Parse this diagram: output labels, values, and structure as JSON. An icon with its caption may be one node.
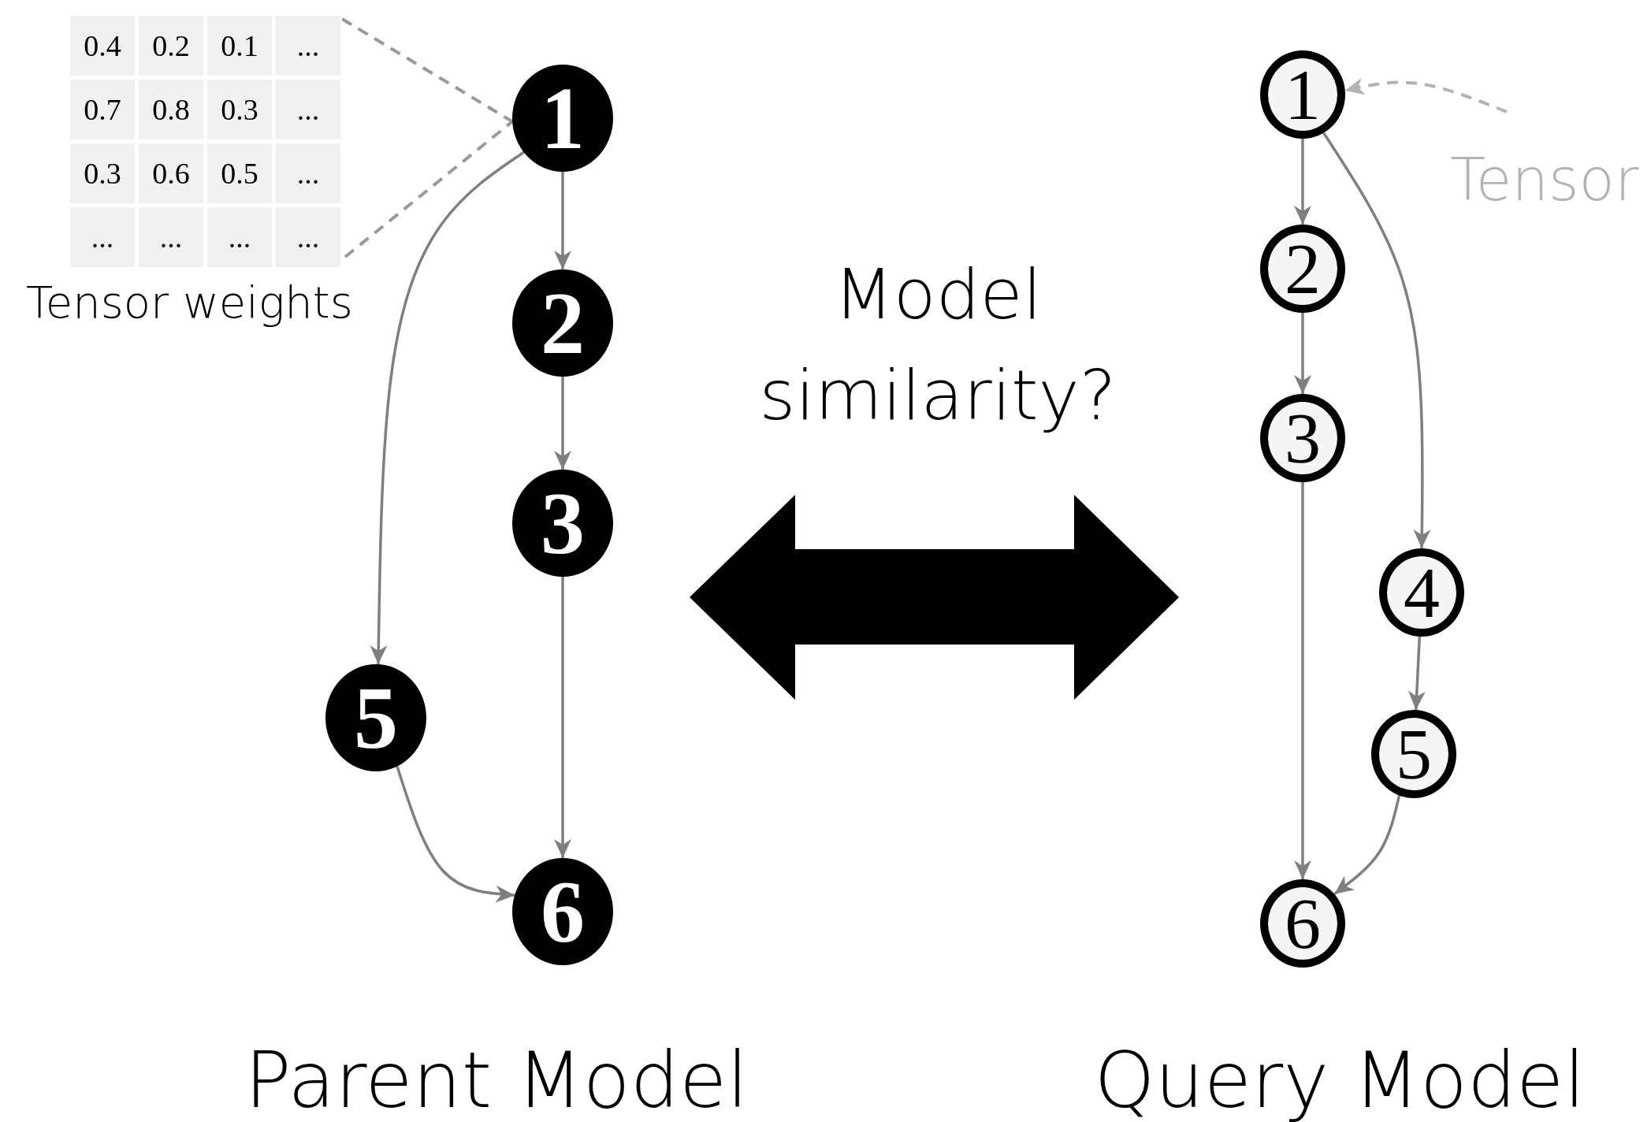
{
  "diagram": {
    "nodes": [
      {
        "text": [
          "0.4",
          "0.2",
          "0.1",
          "...",
          "0.7",
          "0.8",
          "0.3",
          "...",
          "0.3",
          "0.6",
          "0.5",
          "...",
          "...",
          "...",
          "...",
          "..."
        ],
        "beside": [
          "Tensor weights"
        ]
      },
      {
        "text": [
          "1"
        ]
      },
      {
        "text": [
          "2"
        ]
      },
      {
        "text": [
          "3"
        ]
      },
      {
        "text": [
          "5"
        ]
      },
      {
        "text": [
          "6"
        ]
      },
      {
        "text": [
          "1"
        ]
      },
      {
        "text": [
          "Tensor"
        ]
      },
      {
        "text": [
          "2"
        ]
      },
      {
        "text": [
          "3"
        ]
      },
      {
        "text": [
          "4"
        ]
      },
      {
        "text": [
          "5"
        ]
      },
      {
        "text": [
          "6"
        ]
      }
    ],
    "edges": [
      {
        "from": 0,
        "to": 1,
        "arrow": "none",
        "style": "dashed",
        "color": "#999999"
      },
      {
        "from": 0,
        "to": 1,
        "arrow": "none",
        "style": "dashed",
        "color": "#999999"
      },
      {
        "from": 1,
        "to": 2,
        "arrow": "to"
      },
      {
        "from": 2,
        "to": 3,
        "arrow": "to"
      },
      {
        "from": 3,
        "to": 5,
        "arrow": "to"
      },
      {
        "from": 1,
        "to": 4,
        "arrow": "to"
      },
      {
        "from": 4,
        "to": 5,
        "arrow": "to"
      },
      {
        "from": 7,
        "to": 6,
        "arrow": "to",
        "style": "dashed",
        "color": "#b3b3b3"
      },
      {
        "from": 6,
        "to": 8,
        "arrow": "to"
      },
      {
        "from": 8,
        "to": 9,
        "arrow": "to"
      },
      {
        "from": 9,
        "to": 12,
        "arrow": "to"
      },
      {
        "from": 6,
        "to": 10,
        "arrow": "to"
      },
      {
        "from": 10,
        "to": 11,
        "arrow": "to"
      },
      {
        "from": 11,
        "to": 12,
        "arrow": "to"
      }
    ],
    "labels": [
      "Model similarity?",
      "Parent Model",
      "Query Model"
    ]
  }
}
